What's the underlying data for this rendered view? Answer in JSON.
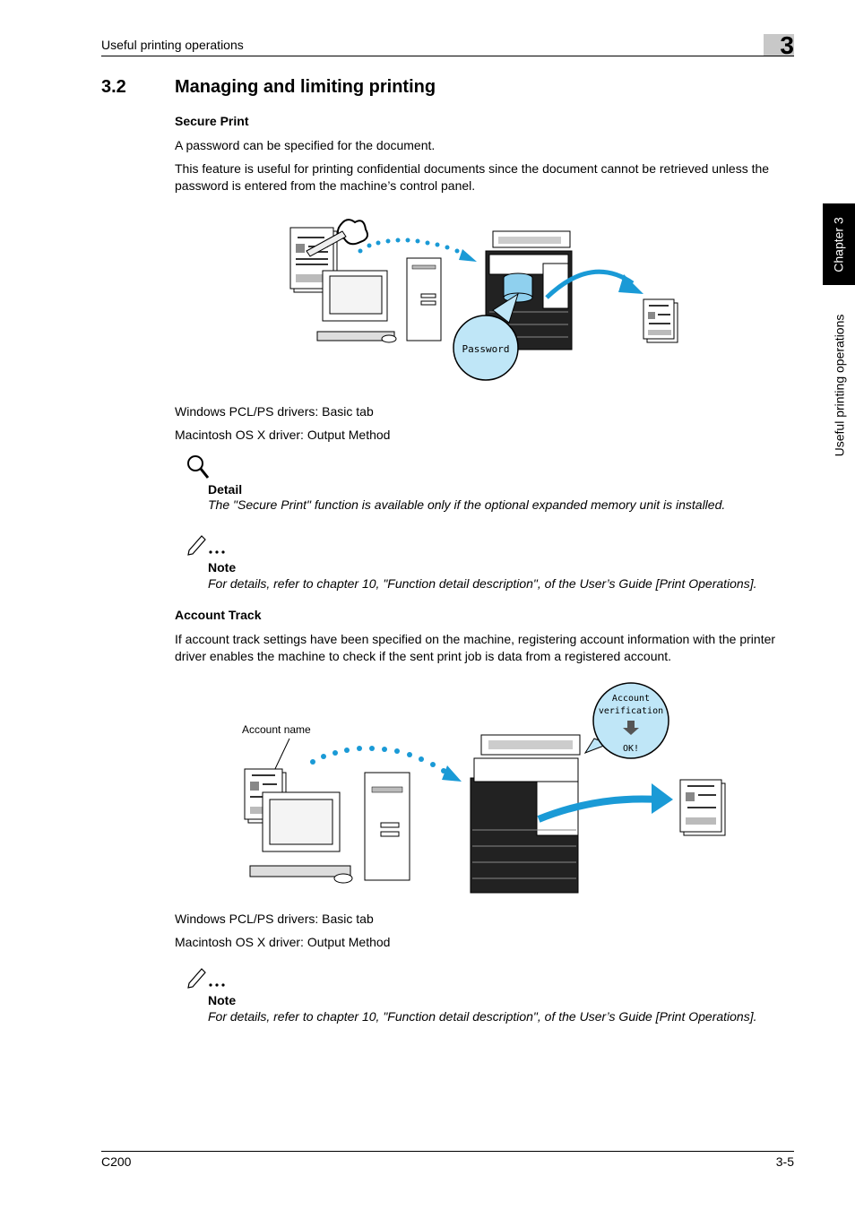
{
  "header": {
    "running_title": "Useful printing operations",
    "chapter_number": "3"
  },
  "section": {
    "number": "3.2",
    "title": "Managing and limiting printing"
  },
  "secure_print": {
    "heading": "Secure Print",
    "para1": "A password can be specified for the document.",
    "para2": "This feature is useful for printing confidential documents since the document cannot be retrieved unless the password is entered from the machine’s control panel.",
    "diagram_label": "Password",
    "driver_windows": "Windows PCL/PS drivers: Basic tab",
    "driver_mac": "Macintosh OS X driver: Output Method",
    "detail_label": "Detail",
    "detail_text": "The \"Secure Print\" function is available only if the optional expanded memory unit is installed.",
    "note_label": "Note",
    "note_text": "For details, refer to chapter 10, \"Function detail description\", of the User’s Guide [Print Operations]."
  },
  "account_track": {
    "heading": "Account Track",
    "para": "If account track settings have been specified on the machine, registering account information with the printer driver enables the machine to check if the sent print job is data from a registered account.",
    "diagram_callout": "Account name",
    "bubble_line1": "Account",
    "bubble_line2": "verification",
    "bubble_line3": "OK!",
    "driver_windows": "Windows PCL/PS drivers: Basic tab",
    "driver_mac": "Macintosh OS X driver: Output Method",
    "note_label": "Note",
    "note_text": "For details, refer to chapter 10, \"Function detail description\", of the User’s Guide [Print Operations]."
  },
  "side_tab": {
    "chapter_label": "Chapter 3",
    "section_label": "Useful printing operations"
  },
  "footer": {
    "model": "C200",
    "page": "3-5"
  },
  "colors": {
    "accent_blue": "#1a9ad6",
    "bubble_fill": "#bfe6f7",
    "chapter_box": "#c8c8c8"
  },
  "icons": [
    "magnifier-icon",
    "pencil-icon",
    "key-icon",
    "arrow-down-icon"
  ]
}
